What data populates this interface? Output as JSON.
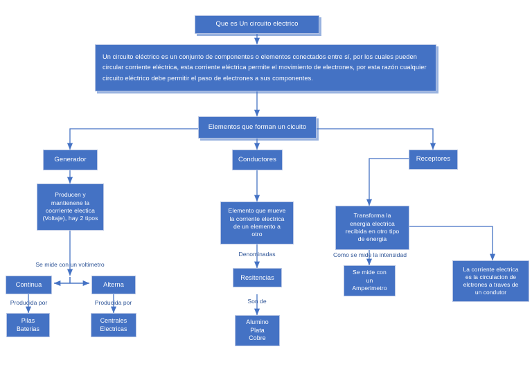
{
  "diagram": {
    "title": "Que es Un circuito electrico",
    "accent_color": "#4472C4",
    "label_color": "#2F5597",
    "background": "#FFFFFF",
    "type": "concept-map"
  },
  "nodes": {
    "root": "Que es Un circuito electrico",
    "definition": "Un  circuito eléctrico es un conjunto de componentes o elementos conectados entre sí, por los cuales pueden circular corriente eléctrica, esta corriente eléctrica permite el movimiento de electrones, por esta razón cualquier circuito eléctrico debe permitir el paso de electrones a sus componentes.",
    "elementos": "Elementos que forman un cicuito",
    "generador": "Generador",
    "conductores": "Conductores",
    "receptores": "Receptores",
    "generador_desc": "Producen y\nmantienene la\ncocrriente electica\n(Voltaje), hay 2 tipos",
    "continua": "Continua",
    "alterna": "Alterna",
    "pilas": "Pilas\nBaterias",
    "centrales": "Centrales\nElectricas",
    "conductores_desc": "Elemento que mueve\nla corriente electrica\nde un elemento a\notro",
    "resitencias": "Resitencias",
    "materiales": "Alumino\nPlata\nCobre",
    "receptores_desc": "Transforma la\nenergia electrica\nrecibida en otro tipo\nde energia",
    "amperimetro": "Se mide con\nun\nAmperimetro",
    "corriente_def": "La corriente electrica\nes la circulacion de\nelctrones a traves de\nun condutor"
  },
  "edge_labels": {
    "voltimetro": "Se mide con un voltimetro",
    "producida_por_izq": "Producida por",
    "producida_por_der": "Producida por",
    "denominadas": "Denominadas",
    "son_de": "Son de",
    "como_se_mide": "Como se mide la intensidad"
  }
}
